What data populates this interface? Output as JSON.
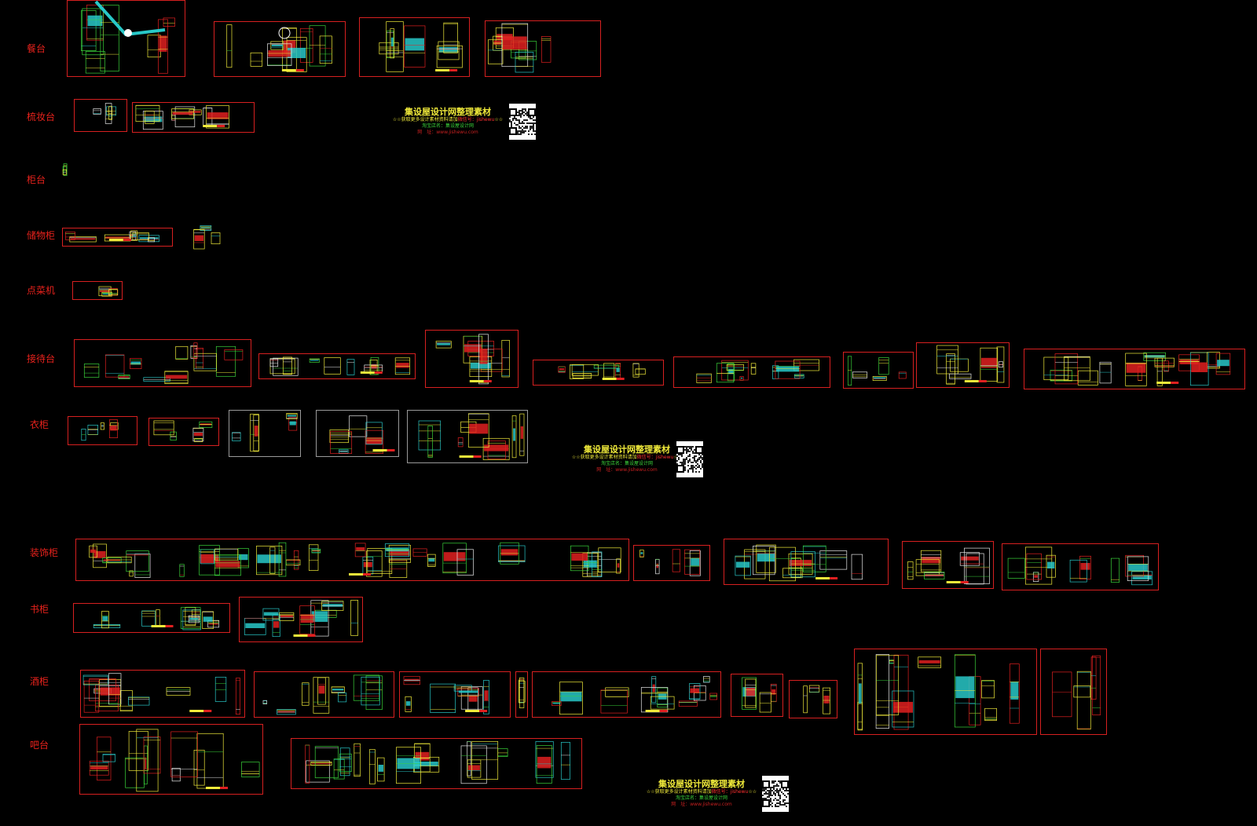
{
  "rows": [
    {
      "id": "dining",
      "label": "餐台",
      "frames": 4
    },
    {
      "id": "dresser",
      "label": "梳妆台",
      "frames": 2
    },
    {
      "id": "counter",
      "label": "柜台",
      "frames": 0
    },
    {
      "id": "storage",
      "label": "储物柜",
      "frames": 1
    },
    {
      "id": "ordering",
      "label": "点菜机",
      "frames": 1
    },
    {
      "id": "reception",
      "label": "接待台",
      "frames": 8
    },
    {
      "id": "wardrobe",
      "label": "衣柜",
      "frames": 5
    },
    {
      "id": "display",
      "label": "装饰柜",
      "frames": 5
    },
    {
      "id": "bookcase",
      "label": "书柜",
      "frames": 2
    },
    {
      "id": "wine",
      "label": "酒柜",
      "frames": 9
    },
    {
      "id": "bar",
      "label": "吧台",
      "frames": 2
    }
  ],
  "watermark": {
    "title": "集设屋设计网整理素材",
    "line1_prefix": "☆☆获取更多设计素材资料请加",
    "line1_highlight": "微信号：jishewu",
    "line1_suffix": "☆☆",
    "line2": "淘宝店名：集设屋设计网",
    "line3": "网　址：www.jishewu.com"
  },
  "colors": {
    "background": "#000000",
    "frame": "#d62020",
    "label": "#e8221c",
    "cad_yellow": "#f0ea3a",
    "cad_green": "#3ad23a",
    "cad_cyan": "#28c8c8",
    "cad_red": "#e02020",
    "cad_white": "#e8e8e8"
  }
}
